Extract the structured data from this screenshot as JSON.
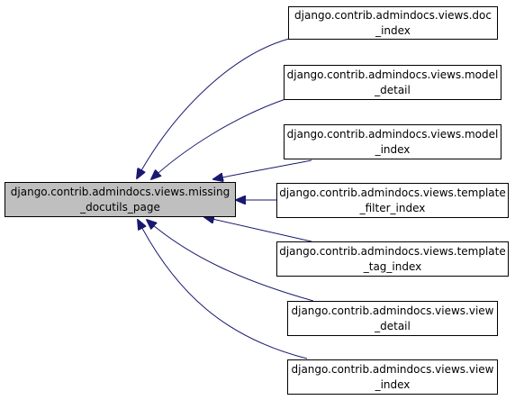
{
  "colors": {
    "edge": "#191970",
    "main_fill": "#bfbfbf",
    "node_fill": "#ffffff",
    "border": "#000000"
  },
  "main_node": {
    "line1": "django.contrib.admindocs.views.missing",
    "line2": "_docutils_page"
  },
  "callers": [
    {
      "line1": "django.contrib.admindocs.views.doc",
      "line2": "_index"
    },
    {
      "line1": "django.contrib.admindocs.views.model",
      "line2": "_detail"
    },
    {
      "line1": "django.contrib.admindocs.views.model",
      "line2": "_index"
    },
    {
      "line1": "django.contrib.admindocs.views.template",
      "line2": "_filter_index"
    },
    {
      "line1": "django.contrib.admindocs.views.template",
      "line2": "_tag_index"
    },
    {
      "line1": "django.contrib.admindocs.views.view",
      "line2": "_detail"
    },
    {
      "line1": "django.contrib.admindocs.views.view",
      "line2": "_index"
    }
  ]
}
